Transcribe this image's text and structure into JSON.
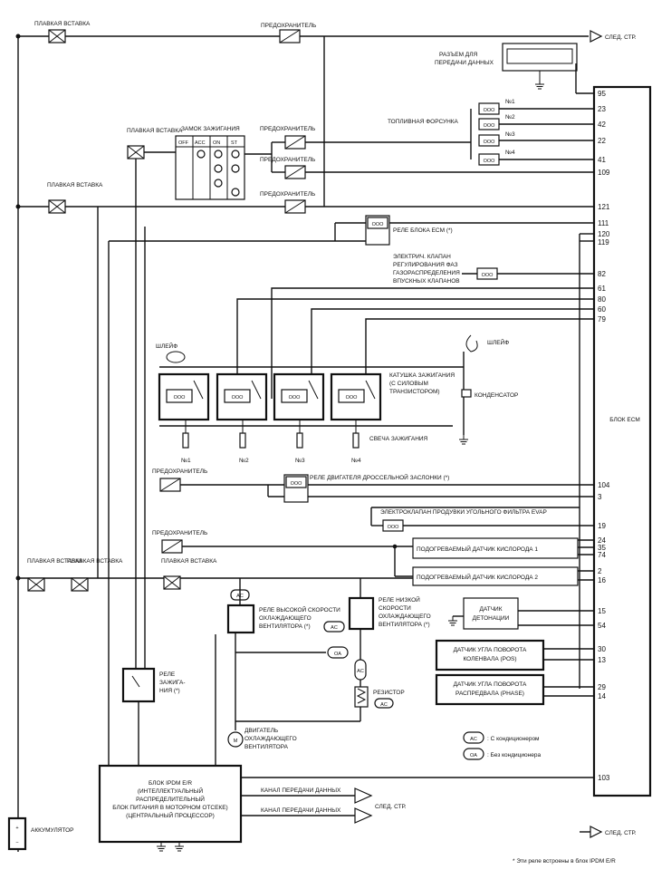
{
  "labels": {
    "fusible_link": "ПЛАВКАЯ ВСТАВКА",
    "fuse": "ПРЕДОХРАНИТЕЛЬ",
    "next_page": "СЛЕД. СТР.",
    "data_connector_1": "РАЗЪЕМ ДЛЯ",
    "data_connector_2": "ПЕРЕДАЧИ ДАННЫХ",
    "ignition_switch": "ЗАМОК ЗАЖИГАНИЯ",
    "ign_off": "OFF",
    "ign_acc": "ACC",
    "ign_on": "ON",
    "ign_st": "ST",
    "injectors": "ТОПЛИВНАЯ ФОРСУНКА",
    "inj_1": "№1",
    "inj_2": "№2",
    "inj_3": "№3",
    "inj_4": "№4",
    "ecm_relay": "РЕЛЕ БЛОКА ECM (*)",
    "vvt_1": "ЭЛЕКТРИЧ. КЛАПАН",
    "vvt_2": "РЕГУЛИРОВАНИЯ ФАЗ",
    "vvt_3": "ГАЗОРАСПРЕДЕЛЕНИЯ",
    "vvt_4": "ВПУСКНЫХ КЛАПАНОВ",
    "shield": "ШЛЕЙФ",
    "coil_1": "КАТУШКА ЗАЖИГАНИЯ",
    "coil_2": "(С СИЛОВЫМ",
    "coil_3": "ТРАНЗИСТОРОМ)",
    "condenser": "КОНДЕНСАТОР",
    "spark_plug": "СВЕЧА ЗАЖИГАНИЯ",
    "cyl_1": "№1",
    "cyl_2": "№2",
    "cyl_3": "№3",
    "cyl_4": "№4",
    "ecm": "БЛОК ECM",
    "throttle_relay": "РЕЛЕ ДВИГАТЕЛЯ ДРОССЕЛЬНОЙ ЗАСЛОНКИ (*)",
    "evap_valve": "ЭЛЕКТРОКЛАПАН ПРОДУВКИ УГОЛЬНОГО ФИЛЬТРА EVAP",
    "o2_1": "ПОДОГРЕВАЕМЫЙ ДАТЧИК КИСЛОРОДА 1",
    "o2_2": "ПОДОГРЕВАЕМЫЙ ДАТЧИК КИСЛОРОДА 2",
    "hi_fan_1": "РЕЛЕ ВЫСОКОЙ СКОРОСТИ",
    "hi_fan_2": "ОХЛАЖДАЮЩЕГО",
    "hi_fan_3": "ВЕНТИЛЯТОРА (*)",
    "lo_fan_1": "РЕЛЕ НИЗКОЙ",
    "lo_fan_2": "СКОРОСТИ",
    "lo_fan_3": "ОХЛАЖДАЮЩЕГО",
    "lo_fan_4": "ВЕНТИЛЯТОРА (*)",
    "knock_1": "ДАТЧИК",
    "knock_2": "ДЕТОНАЦИИ",
    "ckp_1": "ДАТЧИК УГЛА ПОВОРОТА",
    "ckp_2": "КОЛЕНВАЛА (POS)",
    "cmp_1": "ДАТЧИК УГЛА ПОВОРОТА",
    "cmp_2": "РАСПРЕДВАЛА (PHASE)",
    "ign_relay_1": "РЕЛЕ",
    "ign_relay_2": "ЗАЖИГА-",
    "ign_relay_3": "НИЯ (*)",
    "resistor": "РЕЗИСТОР",
    "fan_motor_1": "ДВИГАТЕЛЬ",
    "fan_motor_2": "ОХЛАЖДАЮЩЕГО",
    "fan_motor_3": "ВЕНТИЛЯТОРА",
    "ac": "AC",
    "oa": "OA",
    "legend_ac": ": С кондиционером",
    "legend_oa": ": Без кондиционера",
    "ipdm_1": "БЛОК IPDM E/R",
    "ipdm_2": "(ИНТЕЛЛЕКТУАЛЬНЫЙ",
    "ipdm_3": "РАСПРЕДЕЛИТЕЛЬНЫЙ",
    "ipdm_4": "БЛОК ПИТАНИЯ В МОТОРНОМ ОТСЕКЕ)",
    "ipdm_5": "(ЦЕНТРАЛЬНЫЙ ПРОЦЕССОР)",
    "can_1": "КАНАЛ ПЕРЕДАЧИ ДАННЫХ",
    "can_2": "КАНАЛ ПЕРЕДАЧИ ДАННЫХ",
    "battery": "АККУМУЛЯТОР",
    "footnote": "* Эти реле встроены в блок IPDM E/R"
  },
  "pins": {
    "p95": "95",
    "p23": "23",
    "p42": "42",
    "p22": "22",
    "p41": "41",
    "p109": "109",
    "p121": "121",
    "p111": "111",
    "p120": "120",
    "p119": "119",
    "p82": "82",
    "p61": "61",
    "p80": "80",
    "p60": "60",
    "p79": "79",
    "p104": "104",
    "p3": "3",
    "p19": "19",
    "p24": "24",
    "p35": "35",
    "p74": "74",
    "p2": "2",
    "p16": "16",
    "p15": "15",
    "p54": "54",
    "p30": "30",
    "p13": "13",
    "p29": "29",
    "p14": "14",
    "p103": "103"
  }
}
